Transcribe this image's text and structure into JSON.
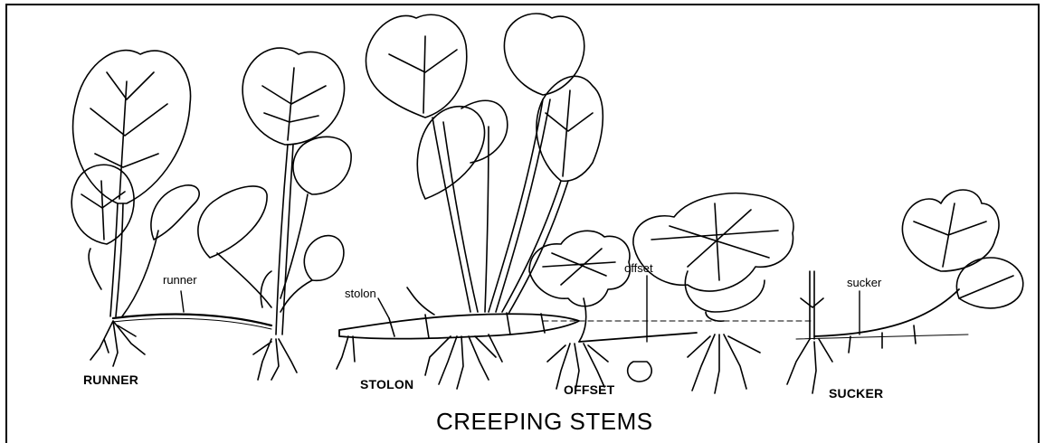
{
  "labels": {
    "runner_caption": "RUNNER",
    "runner_pointer": "runner",
    "stolon_caption": "STOLON",
    "stolon_pointer": "stolon",
    "offset_caption": "OFFSET",
    "offset_pointer": "offset",
    "sucker_caption": "SUCKER",
    "sucker_pointer": "sucker"
  },
  "title": "CREEPING STEMS",
  "colors": {
    "ink": "#000000",
    "paper": "#ffffff"
  }
}
